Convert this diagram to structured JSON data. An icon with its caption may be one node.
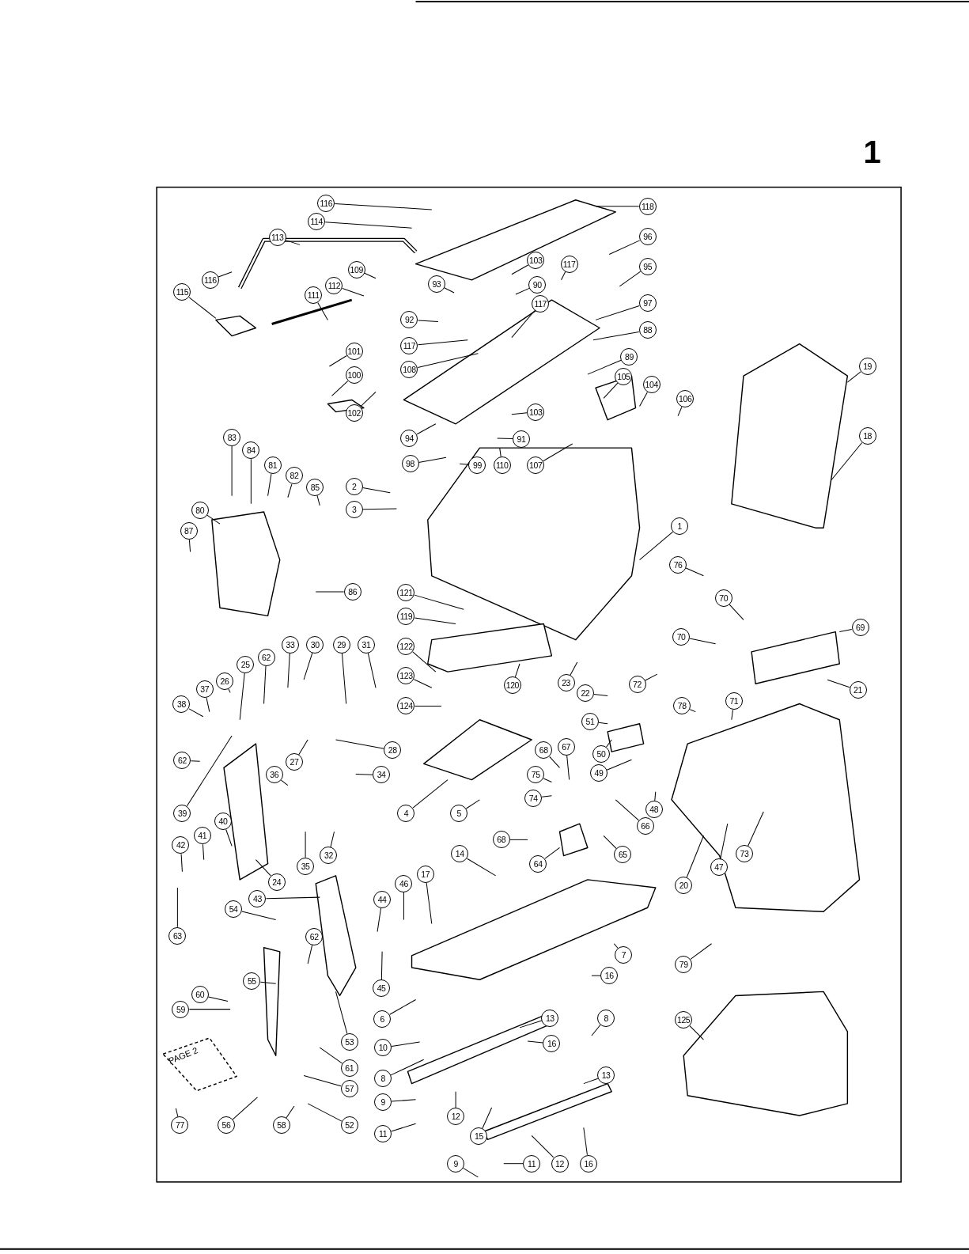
{
  "diagram": {
    "nodes": [
      {
        "text": [
          "116"
        ]
      },
      {
        "text": [
          "118"
        ]
      },
      {
        "text": [
          "114"
        ]
      },
      {
        "text": [
          "113"
        ]
      },
      {
        "text": [
          "96"
        ]
      },
      {
        "text": [
          "103"
        ]
      },
      {
        "text": [
          "117"
        ]
      },
      {
        "text": [
          "95"
        ]
      },
      {
        "text": [
          "109"
        ]
      },
      {
        "text": [
          "90"
        ]
      },
      {
        "text": [
          "93"
        ]
      },
      {
        "text": [
          "116"
        ]
      },
      {
        "text": [
          "112"
        ]
      },
      {
        "text": [
          "111"
        ]
      },
      {
        "text": [
          "115"
        ]
      },
      {
        "text": [
          "97"
        ]
      },
      {
        "text": [
          "92"
        ]
      },
      {
        "text": [
          "117"
        ]
      },
      {
        "text": [
          "88"
        ]
      },
      {
        "text": [
          "117"
        ]
      },
      {
        "text": [
          "108"
        ]
      },
      {
        "text": [
          "101"
        ]
      },
      {
        "text": [
          "89"
        ]
      },
      {
        "text": [
          "105"
        ]
      },
      {
        "text": [
          "104"
        ]
      },
      {
        "text": [
          "106"
        ]
      },
      {
        "text": [
          "100"
        ]
      },
      {
        "text": [
          "102"
        ]
      },
      {
        "text": [
          "103"
        ]
      },
      {
        "text": [
          "19"
        ]
      },
      {
        "text": [
          "18"
        ]
      },
      {
        "text": [
          "94"
        ]
      },
      {
        "text": [
          "91"
        ]
      },
      {
        "text": [
          "98"
        ]
      },
      {
        "text": [
          "99"
        ]
      },
      {
        "text": [
          "110"
        ]
      },
      {
        "text": [
          "107"
        ]
      },
      {
        "text": [
          "83"
        ]
      },
      {
        "text": [
          "84"
        ]
      },
      {
        "text": [
          "81"
        ]
      },
      {
        "text": [
          "82"
        ]
      },
      {
        "text": [
          "85"
        ]
      },
      {
        "text": [
          "2"
        ]
      },
      {
        "text": [
          "80"
        ]
      },
      {
        "text": [
          "87"
        ]
      },
      {
        "text": [
          "3"
        ]
      },
      {
        "text": [
          "1"
        ]
      },
      {
        "text": [
          "76"
        ]
      },
      {
        "text": [
          "86"
        ]
      },
      {
        "text": [
          "121"
        ]
      },
      {
        "text": [
          "119"
        ]
      },
      {
        "text": [
          "70"
        ]
      },
      {
        "text": [
          "70"
        ]
      },
      {
        "text": [
          "69"
        ]
      },
      {
        "text": [
          "33"
        ]
      },
      {
        "text": [
          "30"
        ]
      },
      {
        "text": [
          "29"
        ]
      },
      {
        "text": [
          "31"
        ]
      },
      {
        "text": [
          "62"
        ]
      },
      {
        "text": [
          "25"
        ]
      },
      {
        "text": [
          "122"
        ]
      },
      {
        "text": [
          "37"
        ]
      },
      {
        "text": [
          "26"
        ]
      },
      {
        "text": [
          "123"
        ]
      },
      {
        "text": [
          "23"
        ]
      },
      {
        "text": [
          "22"
        ]
      },
      {
        "text": [
          "21"
        ]
      },
      {
        "text": [
          "72"
        ]
      },
      {
        "text": [
          "71"
        ]
      },
      {
        "text": [
          "38"
        ]
      },
      {
        "text": [
          "78"
        ]
      },
      {
        "text": [
          "124"
        ]
      },
      {
        "text": [
          "120"
        ]
      },
      {
        "text": [
          "51"
        ]
      },
      {
        "text": [
          "62"
        ]
      },
      {
        "text": [
          "28"
        ]
      },
      {
        "text": [
          "39"
        ]
      },
      {
        "text": [
          "27"
        ]
      },
      {
        "text": [
          "34"
        ]
      },
      {
        "text": [
          "68"
        ]
      },
      {
        "text": [
          "67"
        ]
      },
      {
        "text": [
          "75"
        ]
      },
      {
        "text": [
          "36"
        ]
      },
      {
        "text": [
          "50"
        ]
      },
      {
        "text": [
          "49"
        ]
      },
      {
        "text": [
          "48"
        ]
      },
      {
        "text": [
          "40"
        ]
      },
      {
        "text": [
          "4"
        ]
      },
      {
        "text": [
          "5"
        ]
      },
      {
        "text": [
          "74"
        ]
      },
      {
        "text": [
          "66"
        ]
      },
      {
        "text": [
          "41"
        ]
      },
      {
        "text": [
          "42"
        ]
      },
      {
        "text": [
          "35"
        ]
      },
      {
        "text": [
          "32"
        ]
      },
      {
        "text": [
          "68"
        ]
      },
      {
        "text": [
          "65"
        ]
      },
      {
        "text": [
          "64"
        ]
      },
      {
        "text": [
          "24"
        ]
      },
      {
        "text": [
          "14"
        ]
      },
      {
        "text": [
          "47"
        ]
      },
      {
        "text": [
          "73"
        ]
      },
      {
        "text": [
          "20"
        ]
      },
      {
        "text": [
          "63"
        ]
      },
      {
        "text": [
          "43"
        ]
      },
      {
        "text": [
          "54"
        ]
      },
      {
        "text": [
          "17"
        ]
      },
      {
        "text": [
          "46"
        ]
      },
      {
        "text": [
          "44"
        ]
      },
      {
        "text": [
          "62"
        ]
      },
      {
        "text": [
          "79"
        ]
      },
      {
        "text": [
          "7"
        ]
      },
      {
        "text": [
          "16"
        ]
      },
      {
        "text": [
          "45"
        ]
      },
      {
        "text": [
          "6"
        ]
      },
      {
        "text": [
          "55"
        ]
      },
      {
        "text": [
          "60"
        ]
      },
      {
        "text": [
          "59"
        ]
      },
      {
        "text": [
          "53"
        ]
      },
      {
        "text": [
          "125"
        ]
      },
      {
        "text": [
          "8"
        ]
      },
      {
        "text": [
          "13"
        ]
      },
      {
        "text": [
          "10"
        ]
      },
      {
        "text": [
          "16"
        ]
      },
      {
        "text": [
          "8"
        ]
      },
      {
        "text": [
          "13"
        ]
      },
      {
        "text": [
          "61"
        ]
      },
      {
        "text": [
          "57"
        ]
      },
      {
        "text": [
          "9"
        ]
      },
      {
        "text": [
          "12"
        ]
      },
      {
        "text": [
          "15"
        ]
      },
      {
        "text": [
          "11"
        ]
      },
      {
        "text": [
          "9"
        ]
      },
      {
        "text": [
          "11"
        ]
      },
      {
        "text": [
          "12"
        ]
      },
      {
        "text": [
          "16"
        ]
      },
      {
        "text": [
          "77"
        ]
      },
      {
        "text": [
          "56"
        ]
      },
      {
        "text": [
          "58"
        ]
      },
      {
        "text": [
          "52"
        ]
      }
    ],
    "edges": [
      {
        "from": 0,
        "to": null,
        "arrow": "none"
      },
      {
        "from": 1,
        "to": null,
        "arrow": "none"
      },
      {
        "from": 2,
        "to": null,
        "arrow": "none"
      },
      {
        "from": 3,
        "to": null,
        "arrow": "none"
      },
      {
        "from": 4,
        "to": null,
        "arrow": "none"
      },
      {
        "from": 5,
        "to": null,
        "arrow": "none"
      },
      {
        "from": 6,
        "to": null,
        "arrow": "none"
      },
      {
        "from": 7,
        "to": null,
        "arrow": "none"
      },
      {
        "from": 8,
        "to": null,
        "arrow": "none"
      },
      {
        "from": 9,
        "to": null,
        "arrow": "none"
      },
      {
        "from": 10,
        "to": null,
        "arrow": "none"
      },
      {
        "from": 11,
        "to": null,
        "arrow": "none"
      },
      {
        "from": 12,
        "to": null,
        "arrow": "none"
      },
      {
        "from": 13,
        "to": null,
        "arrow": "none"
      },
      {
        "from": 14,
        "to": null,
        "arrow": "none"
      },
      {
        "from": 15,
        "to": null,
        "arrow": "none"
      },
      {
        "from": 16,
        "to": null,
        "arrow": "none"
      },
      {
        "from": 17,
        "to": null,
        "arrow": "none"
      },
      {
        "from": 18,
        "to": null,
        "arrow": "none"
      },
      {
        "from": 19,
        "to": null,
        "arrow": "none"
      },
      {
        "from": 20,
        "to": null,
        "arrow": "none"
      },
      {
        "from": 21,
        "to": null,
        "arrow": "none"
      },
      {
        "from": 22,
        "to": null,
        "arrow": "none"
      },
      {
        "from": 23,
        "to": null,
        "arrow": "none"
      },
      {
        "from": 24,
        "to": null,
        "arrow": "none"
      },
      {
        "from": 25,
        "to": null,
        "arrow": "none"
      },
      {
        "from": 26,
        "to": null,
        "arrow": "none"
      },
      {
        "from": 27,
        "to": null,
        "arrow": "none"
      },
      {
        "from": 28,
        "to": null,
        "arrow": "none"
      },
      {
        "from": 29,
        "to": null,
        "arrow": "none"
      },
      {
        "from": 30,
        "to": null,
        "arrow": "none"
      },
      {
        "from": 31,
        "to": null,
        "arrow": "none"
      },
      {
        "from": 32,
        "to": null,
        "arrow": "none"
      },
      {
        "from": 33,
        "to": null,
        "arrow": "none"
      },
      {
        "from": 34,
        "to": null,
        "arrow": "none"
      },
      {
        "from": 35,
        "to": null,
        "arrow": "none"
      },
      {
        "from": 36,
        "to": null,
        "arrow": "none"
      },
      {
        "from": 37,
        "to": null,
        "arrow": "none"
      },
      {
        "from": 38,
        "to": null,
        "arrow": "none"
      },
      {
        "from": 39,
        "to": null,
        "arrow": "none"
      },
      {
        "from": 40,
        "to": null,
        "arrow": "none"
      },
      {
        "from": 41,
        "to": null,
        "arrow": "none"
      },
      {
        "from": 42,
        "to": null,
        "arrow": "none"
      },
      {
        "from": 43,
        "to": null,
        "arrow": "none"
      },
      {
        "from": 44,
        "to": null,
        "arrow": "none"
      },
      {
        "from": 45,
        "to": null,
        "arrow": "none"
      },
      {
        "from": 46,
        "to": null,
        "arrow": "none"
      },
      {
        "from": 47,
        "to": null,
        "arrow": "none"
      },
      {
        "from": 48,
        "to": null,
        "arrow": "none"
      },
      {
        "from": 49,
        "to": null,
        "arrow": "none"
      },
      {
        "from": 50,
        "to": null,
        "arrow": "none"
      },
      {
        "from": 51,
        "to": null,
        "arrow": "none"
      },
      {
        "from": 52,
        "to": null,
        "arrow": "none"
      },
      {
        "from": 53,
        "to": null,
        "arrow": "none"
      },
      {
        "from": 54,
        "to": null,
        "arrow": "none"
      },
      {
        "from": 55,
        "to": null,
        "arrow": "none"
      },
      {
        "from": 56,
        "to": null,
        "arrow": "none"
      },
      {
        "from": 57,
        "to": null,
        "arrow": "none"
      },
      {
        "from": 58,
        "to": null,
        "arrow": "none"
      },
      {
        "from": 59,
        "to": null,
        "arrow": "none"
      },
      {
        "from": 60,
        "to": null,
        "arrow": "none"
      },
      {
        "from": 61,
        "to": null,
        "arrow": "none"
      },
      {
        "from": 62,
        "to": null,
        "arrow": "none"
      },
      {
        "from": 63,
        "to": null,
        "arrow": "none"
      },
      {
        "from": 64,
        "to": null,
        "arrow": "none"
      },
      {
        "from": 65,
        "to": null,
        "arrow": "none"
      },
      {
        "from": 66,
        "to": null,
        "arrow": "none"
      },
      {
        "from": 67,
        "to": null,
        "arrow": "none"
      },
      {
        "from": 68,
        "to": null,
        "arrow": "none"
      },
      {
        "from": 69,
        "to": null,
        "arrow": "none"
      },
      {
        "from": 70,
        "to": null,
        "arrow": "none"
      },
      {
        "from": 71,
        "to": null,
        "arrow": "none"
      },
      {
        "from": 72,
        "to": null,
        "arrow": "none"
      },
      {
        "from": 73,
        "to": null,
        "arrow": "none"
      },
      {
        "from": 74,
        "to": null,
        "arrow": "none"
      },
      {
        "from": 75,
        "to": null,
        "arrow": "none"
      },
      {
        "from": 76,
        "to": null,
        "arrow": "none"
      },
      {
        "from": 77,
        "to": null,
        "arrow": "none"
      },
      {
        "from": 78,
        "to": null,
        "arrow": "none"
      },
      {
        "from": 79,
        "to": null,
        "arrow": "none"
      },
      {
        "from": 80,
        "to": null,
        "arrow": "none"
      },
      {
        "from": 81,
        "to": null,
        "arrow": "none"
      },
      {
        "from": 82,
        "to": null,
        "arrow": "none"
      },
      {
        "from": 83,
        "to": null,
        "arrow": "none"
      },
      {
        "from": 84,
        "to": null,
        "arrow": "none"
      },
      {
        "from": 85,
        "to": null,
        "arrow": "none"
      },
      {
        "from": 86,
        "to": null,
        "arrow": "none"
      },
      {
        "from": 87,
        "to": null,
        "arrow": "none"
      },
      {
        "from": 88,
        "to": null,
        "arrow": "none"
      },
      {
        "from": 89,
        "to": null,
        "arrow": "none"
      },
      {
        "from": 90,
        "to": null,
        "arrow": "none"
      },
      {
        "from": 91,
        "to": null,
        "arrow": "none"
      },
      {
        "from": 92,
        "to": null,
        "arrow": "none"
      },
      {
        "from": 93,
        "to": null,
        "arrow": "none"
      },
      {
        "from": 94,
        "to": null,
        "arrow": "none"
      },
      {
        "from": 95,
        "to": null,
        "arrow": "none"
      },
      {
        "from": 96,
        "to": null,
        "arrow": "none"
      },
      {
        "from": 97,
        "to": null,
        "arrow": "none"
      },
      {
        "from": 98,
        "to": null,
        "arrow": "none"
      },
      {
        "from": 99,
        "to": null,
        "arrow": "none"
      },
      {
        "from": 100,
        "to": null,
        "arrow": "none"
      },
      {
        "from": 101,
        "to": null,
        "arrow": "none"
      },
      {
        "from": 102,
        "to": null,
        "arrow": "none"
      },
      {
        "from": 103,
        "to": null,
        "arrow": "none"
      },
      {
        "from": 104,
        "to": null,
        "arrow": "none"
      },
      {
        "from": 105,
        "to": null,
        "arrow": "none"
      },
      {
        "from": 106,
        "to": null,
        "arrow": "none"
      },
      {
        "from": 107,
        "to": null,
        "arrow": "none"
      },
      {
        "from": 108,
        "to": null,
        "arrow": "none"
      },
      {
        "from": 109,
        "to": null,
        "arrow": "none"
      },
      {
        "from": 110,
        "to": null,
        "arrow": "none"
      },
      {
        "from": 111,
        "to": null,
        "arrow": "none"
      },
      {
        "from": 112,
        "to": null,
        "arrow": "none"
      },
      {
        "from": 113,
        "to": null,
        "arrow": "none"
      },
      {
        "from": 114,
        "to": null,
        "arrow": "none"
      },
      {
        "from": 115,
        "to": null,
        "arrow": "none"
      },
      {
        "from": 116,
        "to": null,
        "arrow": "none"
      },
      {
        "from": 117,
        "to": null,
        "arrow": "none"
      },
      {
        "from": 118,
        "to": null,
        "arrow": "none"
      },
      {
        "from": 119,
        "to": null,
        "arrow": "none"
      },
      {
        "from": 120,
        "to": null,
        "arrow": "none"
      },
      {
        "from": 121,
        "to": null,
        "arrow": "none"
      },
      {
        "from": 122,
        "to": null,
        "arrow": "none"
      },
      {
        "from": 123,
        "to": null,
        "arrow": "none"
      },
      {
        "from": 124,
        "to": null,
        "arrow": "none"
      },
      {
        "from": 125,
        "to": null,
        "arrow": "none"
      },
      {
        "from": 126,
        "to": null,
        "arrow": "none"
      },
      {
        "from": 127,
        "to": null,
        "arrow": "none"
      },
      {
        "from": 128,
        "to": null,
        "arrow": "none"
      },
      {
        "from": 129,
        "to": null,
        "arrow": "none"
      },
      {
        "from": 130,
        "to": null,
        "arrow": "none"
      },
      {
        "from": 131,
        "to": null,
        "arrow": "none"
      },
      {
        "from": 132,
        "to": null,
        "arrow": "none"
      },
      {
        "from": 133,
        "to": null,
        "arrow": "none"
      },
      {
        "from": 134,
        "to": null,
        "arrow": "none"
      },
      {
        "from": 135,
        "to": null,
        "arrow": "none"
      },
      {
        "from": 136,
        "to": null,
        "arrow": "none"
      },
      {
        "from": 137,
        "to": null,
        "arrow": "none"
      },
      {
        "from": 138,
        "to": null,
        "arrow": "none"
      },
      {
        "from": 139,
        "to": null,
        "arrow": "none"
      }
    ],
    "labels": [
      "1",
      "PAGE 2"
    ]
  }
}
